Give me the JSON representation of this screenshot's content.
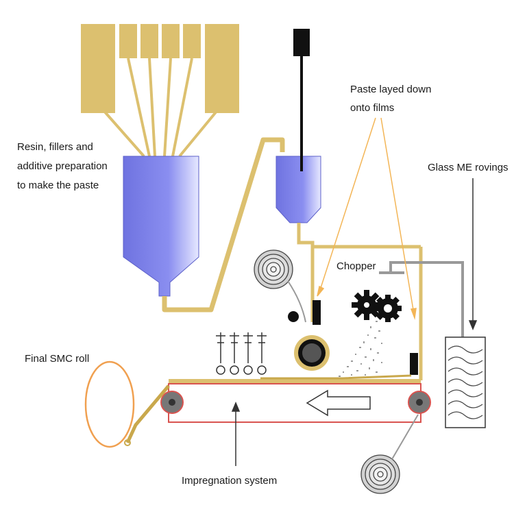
{
  "labels": {
    "resin_line1": "Resin, fillers and",
    "resin_line2": "additive preparation",
    "resin_line3": "to make the paste",
    "paste_line1": "Paste layed down",
    "paste_line2": "onto films",
    "glass_rovings": "Glass ME rovings",
    "chopper": "Chopper",
    "final_roll": "Final SMC roll",
    "impregnation": "Impregnation system"
  },
  "colors": {
    "tan": "#dcc06f",
    "tan_dark": "#c9a84c",
    "hopper_blue": "#7b7fe6",
    "hopper_light": "#b9bdf5",
    "black": "#111111",
    "gray_roller": "#777777",
    "red_belt": "#d9534f",
    "orange_roll": "#f0a050",
    "arrow_orange": "#f3b556",
    "gray_line": "#999999"
  }
}
